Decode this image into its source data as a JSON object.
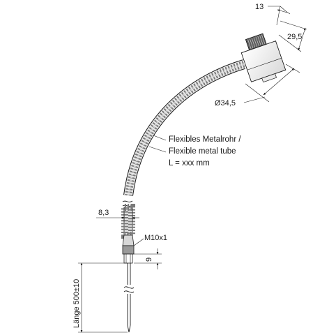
{
  "dimensions": {
    "width_13": "13",
    "height_29_5": "29,5",
    "diameter": "Ø34,5",
    "dia_8_3": "8,3",
    "thread": "M10x1",
    "len_9": "9",
    "laenge": "Länge 500±10"
  },
  "note": {
    "line1": "Flexibles Metalrohr /",
    "line2": "Flexible metal tube",
    "line3": "L = xxx mm"
  },
  "colors": {
    "line": "#1a1a1a",
    "hose_light": "#e6e6e6",
    "hose_dark": "#8a8a8a",
    "housing": "#f2f2f2",
    "nut": "#6b6b6b"
  }
}
